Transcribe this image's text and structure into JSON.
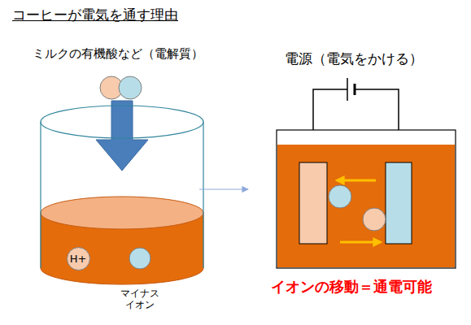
{
  "diagram": {
    "title": "コーヒーが電気を通す理由",
    "nodes": [
      {
        "text": [
          "H+"
        ]
      }
    ],
    "labels": [
      "ミルクの有機酸など（電解質）",
      "マイナス イオン",
      "電源（電気をかける）",
      "イオンの移動＝通電可能"
    ]
  }
}
